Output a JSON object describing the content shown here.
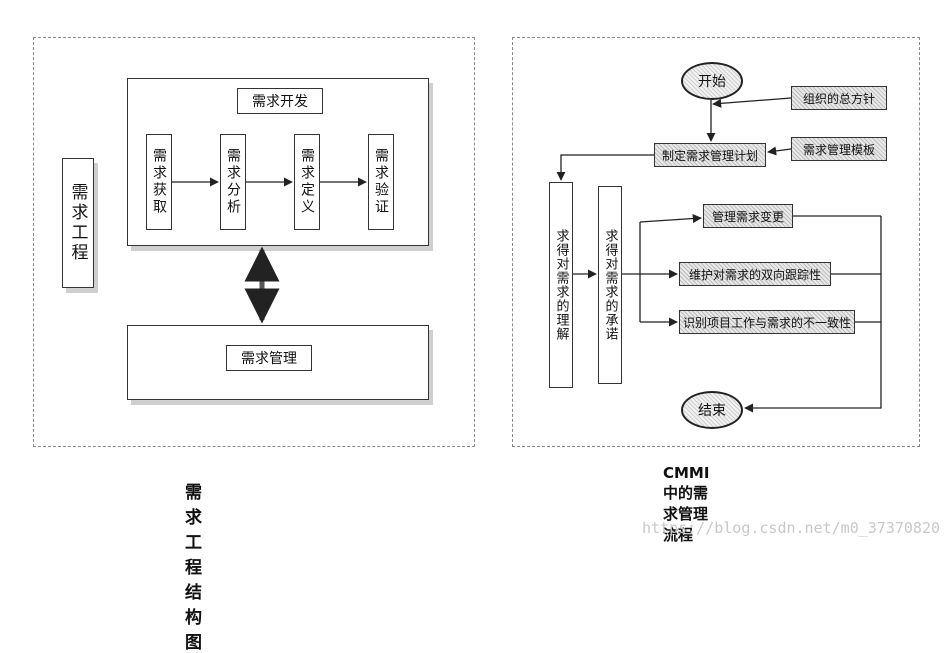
{
  "left_diagram": {
    "side_label": "需求工程",
    "dev_title": "需求开发",
    "steps": [
      "需求获取",
      "需求分析",
      "需求定义",
      "需求验证"
    ],
    "management": "需求管理",
    "caption": "需求工程结构图"
  },
  "right_diagram": {
    "start": "开始",
    "end": "结束",
    "policy": "组织的总方针",
    "template": "需求管理模板",
    "plan": "制定需求管理计划",
    "left_column": "求得对需求的理解",
    "right_column": "求得对需求的承诺",
    "branches": [
      "管理需求变更",
      "维护对需求的双向跟踪性",
      "识别项目工作与需求的不一致性"
    ],
    "caption": "CMMI中的需求管理流程"
  },
  "watermark": "https://blog.csdn.net/m0_37370820"
}
